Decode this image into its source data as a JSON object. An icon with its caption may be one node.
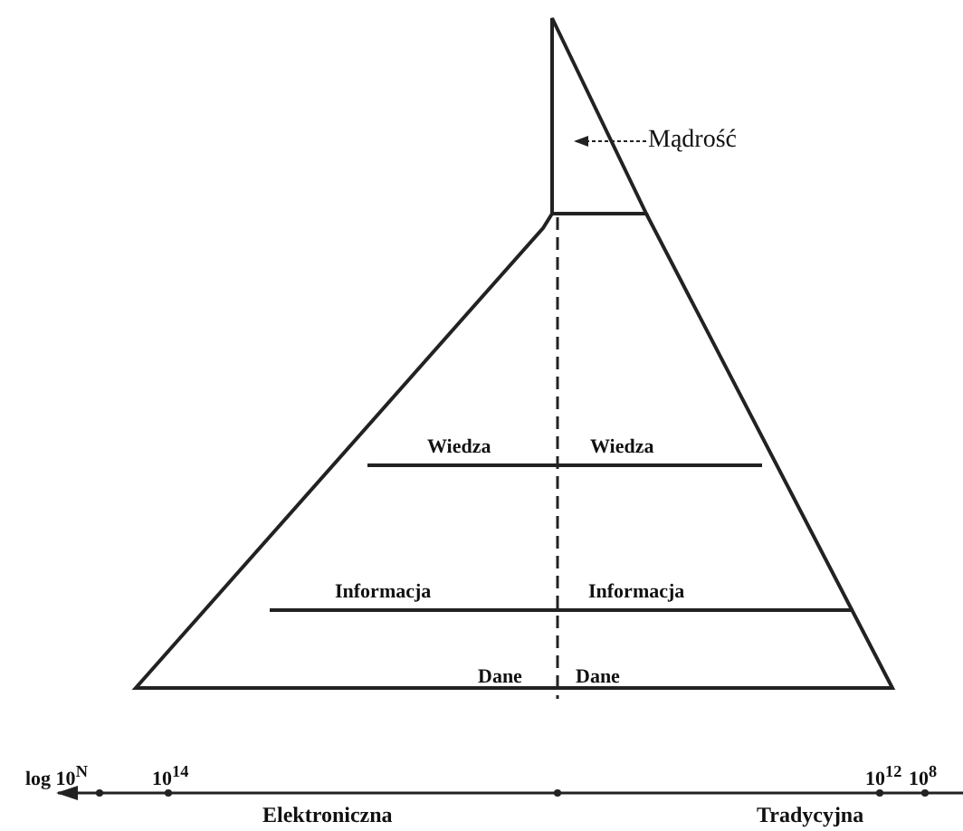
{
  "diagram": {
    "nodes": [
      {
        "text": [
          "Mądrość"
        ]
      },
      {
        "text": [],
        "shape": "triangle"
      }
    ],
    "edges": [
      {
        "from": 0,
        "to": 1,
        "arrow": "to",
        "style": "dashed"
      }
    ],
    "labels": [
      "Wiedza",
      "Wiedza",
      "Informacja",
      "Informacja",
      "Dane",
      "Dane",
      "log 10$^{N}$",
      "10$^{14}$",
      "10$^{12}$",
      "10$^{8}$",
      "Elektroniczna",
      "Tradycyjna"
    ]
  }
}
